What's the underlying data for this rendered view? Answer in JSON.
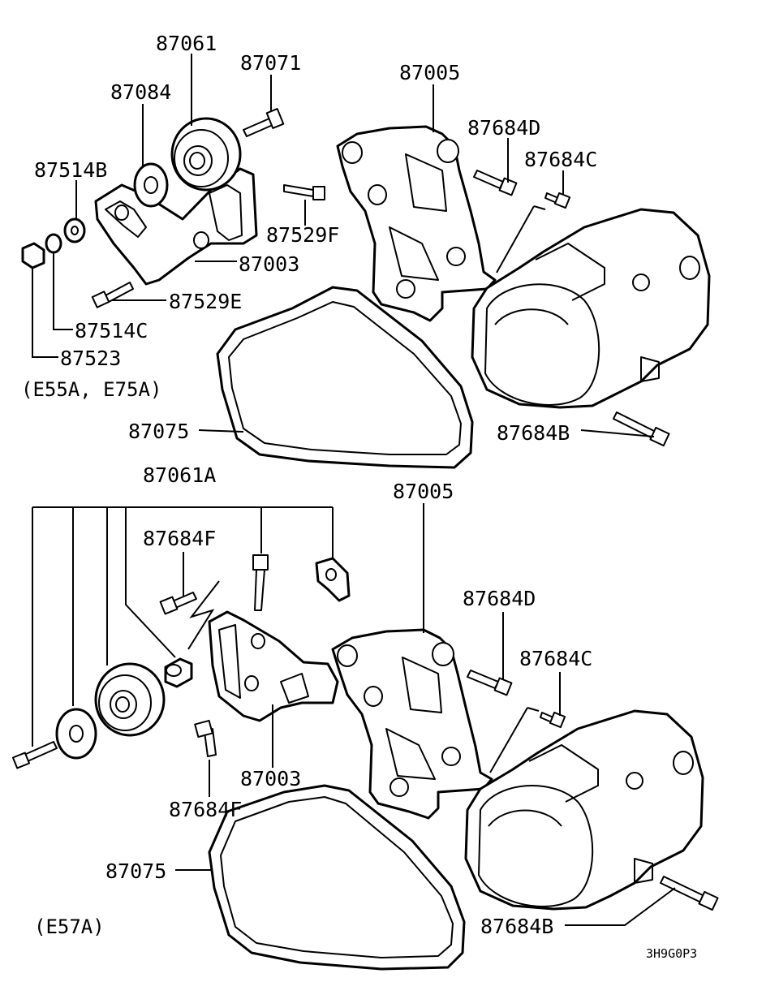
{
  "diagram": {
    "top_section": {
      "caption": "(E55A, E75A)",
      "labels": {
        "p87061": "87061",
        "p87071": "87071",
        "p87084": "87084",
        "p87005": "87005",
        "p87684D": "87684D",
        "p87684C": "87684C",
        "p87514B": "87514B",
        "p87529F": "87529F",
        "p87003": "87003",
        "p87529E": "87529E",
        "p87514C": "87514C",
        "p87523": "87523",
        "p87075": "87075",
        "p87684B": "87684B"
      }
    },
    "bottom_section": {
      "caption": "(E57A)",
      "labels": {
        "p87061A": "87061A",
        "p87005": "87005",
        "p87684F_top": "87684F",
        "p87684D": "87684D",
        "p87684C": "87684C",
        "p87003": "87003",
        "p87684F_bottom": "87684F",
        "p87075": "87075",
        "p87684B": "87684B"
      }
    },
    "drawing_code": "3H9G0P3"
  }
}
